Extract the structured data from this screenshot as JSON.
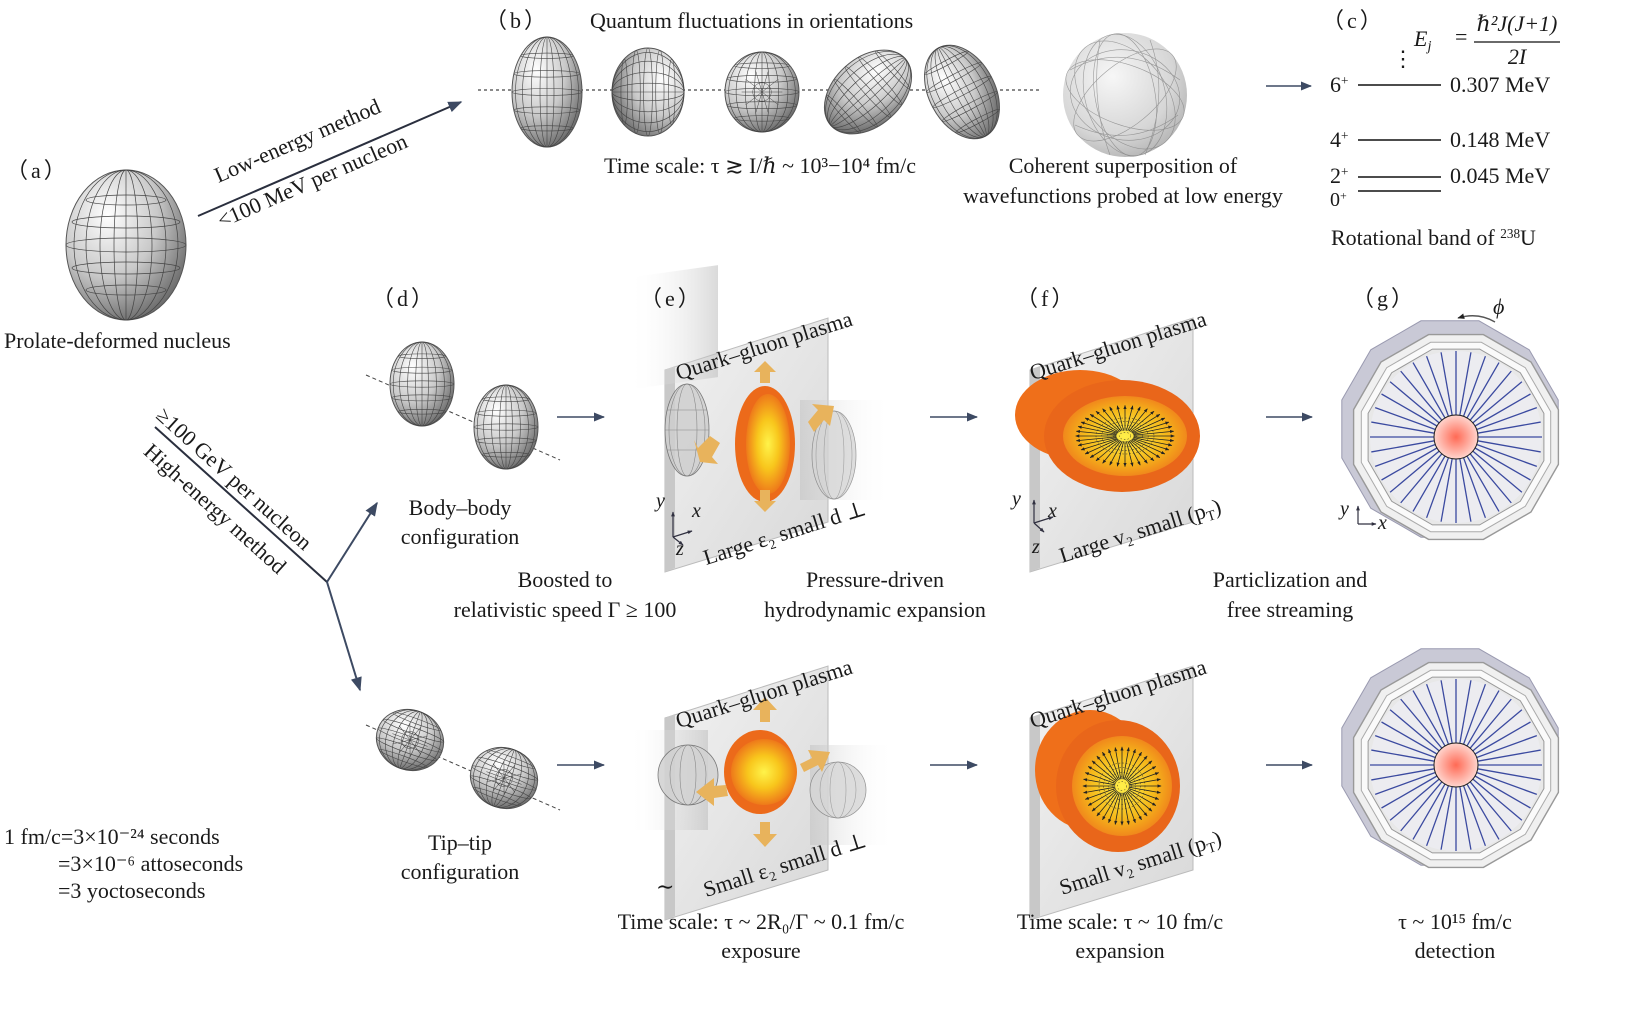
{
  "panels": {
    "a": {
      "label": "（a）",
      "caption": "Prolate-deformed nucleus"
    },
    "b": {
      "label": "（b）",
      "title": "Quantum fluctuations in orientations",
      "timescale": "Time scale: τ ≳ I/ℏ ~ 10³−10⁴ fm/c",
      "superposition_l1": "Coherent superposition of",
      "superposition_l2": "wavefunctions probed at low energy"
    },
    "c": {
      "label": "（c）",
      "formula_lhs": "E",
      "formula_sub": "j",
      "formula_eq": "=",
      "formula_num": "ℏ²J(J+1)",
      "formula_den": "2I",
      "dots": "⋮",
      "caption_pre": "Rotational band of ",
      "caption_sup": "238",
      "caption_post": "U",
      "levels": [
        {
          "spin": "6",
          "parity": "+",
          "energy": "0.307 MeV"
        },
        {
          "spin": "4",
          "parity": "+",
          "energy": "0.148 MeV"
        },
        {
          "spin": "2",
          "parity": "+",
          "energy": "0.045 MeV"
        },
        {
          "spin": "0",
          "parity": "+",
          "energy": ""
        }
      ]
    },
    "d": {
      "label": "（d）",
      "body_l1": "Body–body",
      "body_l2": "configuration",
      "tip_l1": "Tip–tip",
      "tip_l2": "configuration"
    },
    "e": {
      "label": "（e）"
    },
    "f": {
      "label": "（f）"
    },
    "g": {
      "label": "（g）",
      "phi": "ϕ"
    }
  },
  "arrows": {
    "low_l1": "Low-energy method",
    "low_l2": "<100 MeV per nucleon",
    "high_l1": "≥100 GeV per nucleon",
    "high_l2": "High-energy method"
  },
  "qgp": "Quark–gluon plasma",
  "row1": {
    "e_bottom": "Large ε₂ small d ⊥",
    "f_bottom": "Large v₂ small (p",
    "f_sub": "T",
    "f_close": ")"
  },
  "row2": {
    "e_bottom": "Small ε₂ small d ⊥",
    "f_bottom": "Small v₂ small (p",
    "f_sub": "T",
    "f_close": ")"
  },
  "axes": {
    "x": "x",
    "y": "y",
    "z": "z"
  },
  "stages": {
    "boost_l1": "Boosted to",
    "boost_l2": "relativistic speed Γ ≥ 100",
    "hydro_l1": "Pressure-driven",
    "hydro_l2": "hydrodynamic expansion",
    "part_l1": "Particlization and",
    "part_l2": "free streaming"
  },
  "timescales": {
    "exposure_l1": "Time scale: τ ~ 2R₀/Γ ~ 0.1 fm/c",
    "exposure_l2": "exposure",
    "expansion_l1": "Time scale: τ ~ 10 fm/c",
    "expansion_l2": "expansion",
    "detection_l1": "τ ~ 10¹⁵ fm/c",
    "detection_l2": "detection",
    "tilde": "∼"
  },
  "units": {
    "u1": "1 fm/c=3×10⁻²⁴ seconds",
    "u2": "=3×10⁻⁶ attoseconds",
    "u3": "=3 yoctoseconds"
  },
  "colors": {
    "arrow": "#3d4a63",
    "qgp_outer": "#ee6a1c",
    "qgp_core": "#f8d21c",
    "detector_lines": "#3b4aa0",
    "sheet": "#e2e2e2",
    "thrust": "#e8b35c"
  }
}
